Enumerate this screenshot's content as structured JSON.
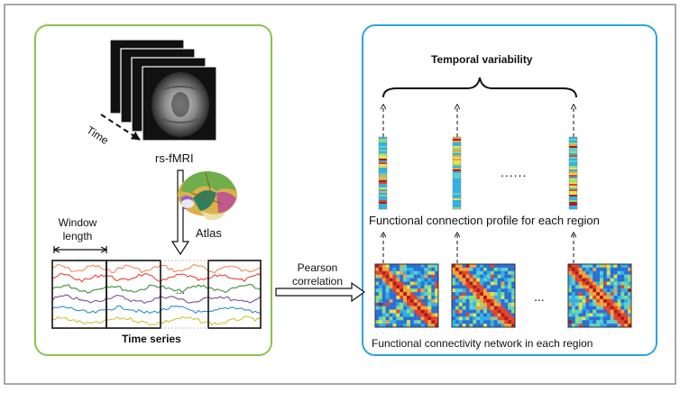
{
  "left_panel": {
    "time_label": "Time",
    "ellipsis": "...",
    "fmri_label": "rs-fMRI",
    "atlas_label": "Atlas",
    "window_line1": "Window",
    "window_line2": "length",
    "series_ellipsis": "...",
    "title": "Time series"
  },
  "middle": {
    "arrow_line1": "Pearson",
    "arrow_line2": "correlation"
  },
  "right_panel": {
    "title": "Temporal variability",
    "profile_ellipsis": "......",
    "profile_label": "Functional connection profile for each region",
    "matrix_ellipsis": "...",
    "network_label": "Functional connectivity network in each region"
  },
  "colors": {
    "left_border": "#8cc24f",
    "right_border": "#29a6dc",
    "outer_border": "#555555",
    "series": [
      "#f28b52",
      "#e8443a",
      "#3a8f3a",
      "#7a4f9a",
      "#2f8fd0",
      "#c8c43a"
    ]
  }
}
